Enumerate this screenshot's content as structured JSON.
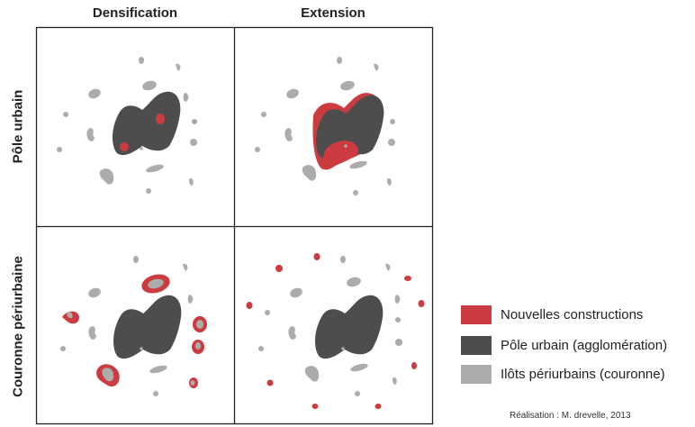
{
  "columns": {
    "left": "Densification",
    "right": "Extension"
  },
  "rows": {
    "top": "Pôle urbain",
    "bottom": "Couronne périurbaine"
  },
  "colors": {
    "urban": "#4d4d4e",
    "periurban": "#acacac",
    "new": "#cc3b3f",
    "frame": "#222222"
  },
  "legend": [
    {
      "label": "Nouvelles constructions",
      "color": "#cc3b3f"
    },
    {
      "label": "Pôle urbain (agglomération)",
      "color": "#4d4d4e"
    },
    {
      "label": "Ilôts périurbains (couronne)",
      "color": "#acacac"
    }
  ],
  "credit": "Réalisation : M. drevelle, 2013"
}
